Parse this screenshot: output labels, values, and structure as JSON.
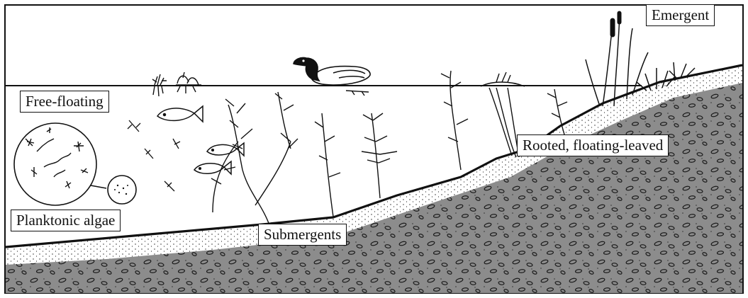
{
  "labels": {
    "free_floating": "Free-floating",
    "planktonic_algae": "Planktonic algae",
    "submergents": "Submergents",
    "rooted_floating_leaved": "Rooted, floating-leaved",
    "emergent": "Emergent"
  },
  "colors": {
    "ink": "#111111",
    "sediment": "#8c8c8c",
    "sand": "#f2f2f2",
    "water": "#ffffff"
  }
}
